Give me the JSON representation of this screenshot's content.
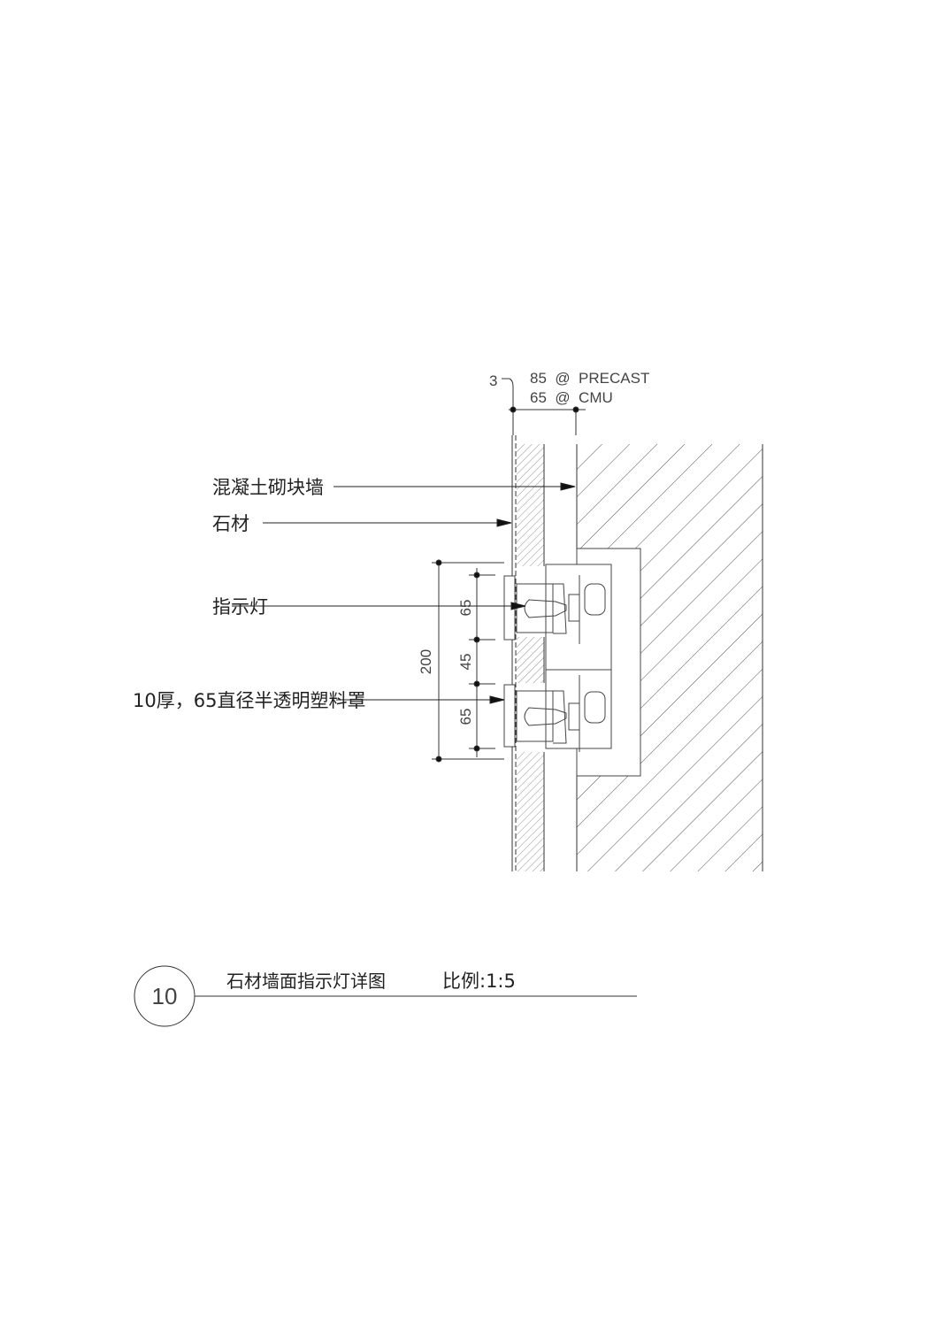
{
  "top_note": {
    "lead": "3",
    "line1": "85  @  PRECAST",
    "line2": "65  @  CMU"
  },
  "labels": {
    "cmu_wall": "混凝土砌块墙",
    "stone": "石材",
    "indicator_light": "指示灯",
    "cover": "10厚，65直径半透明塑料罩"
  },
  "dimensions": {
    "total": "200",
    "upper": "65",
    "middle": "45",
    "lower": "65"
  },
  "title_block": {
    "number": "10",
    "title": "石材墙面指示灯详图",
    "scale": "比例:1:5"
  }
}
